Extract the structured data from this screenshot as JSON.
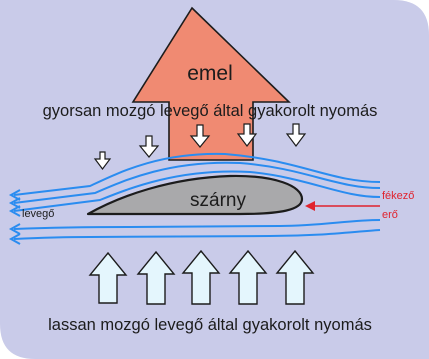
{
  "labels": {
    "lift": "emel",
    "top_pressure": "gyorsan mozgó levegő által gyakorolt nyomás",
    "wing": "szárny",
    "air": "levegő",
    "drag_line1": "fékező",
    "drag_line2": "erő",
    "bottom_pressure": "lassan mozgó levegő által gyakorolt nyomás"
  },
  "colors": {
    "panel": "#c9cbe9",
    "lift_arrow": "#f08a72",
    "airflow": "#2a8cf0",
    "wing": "#a9a9ab",
    "drag": "#e0232e",
    "pressure_arrow_fill": "#e4f6fd",
    "outline": "#1c1c1c"
  }
}
